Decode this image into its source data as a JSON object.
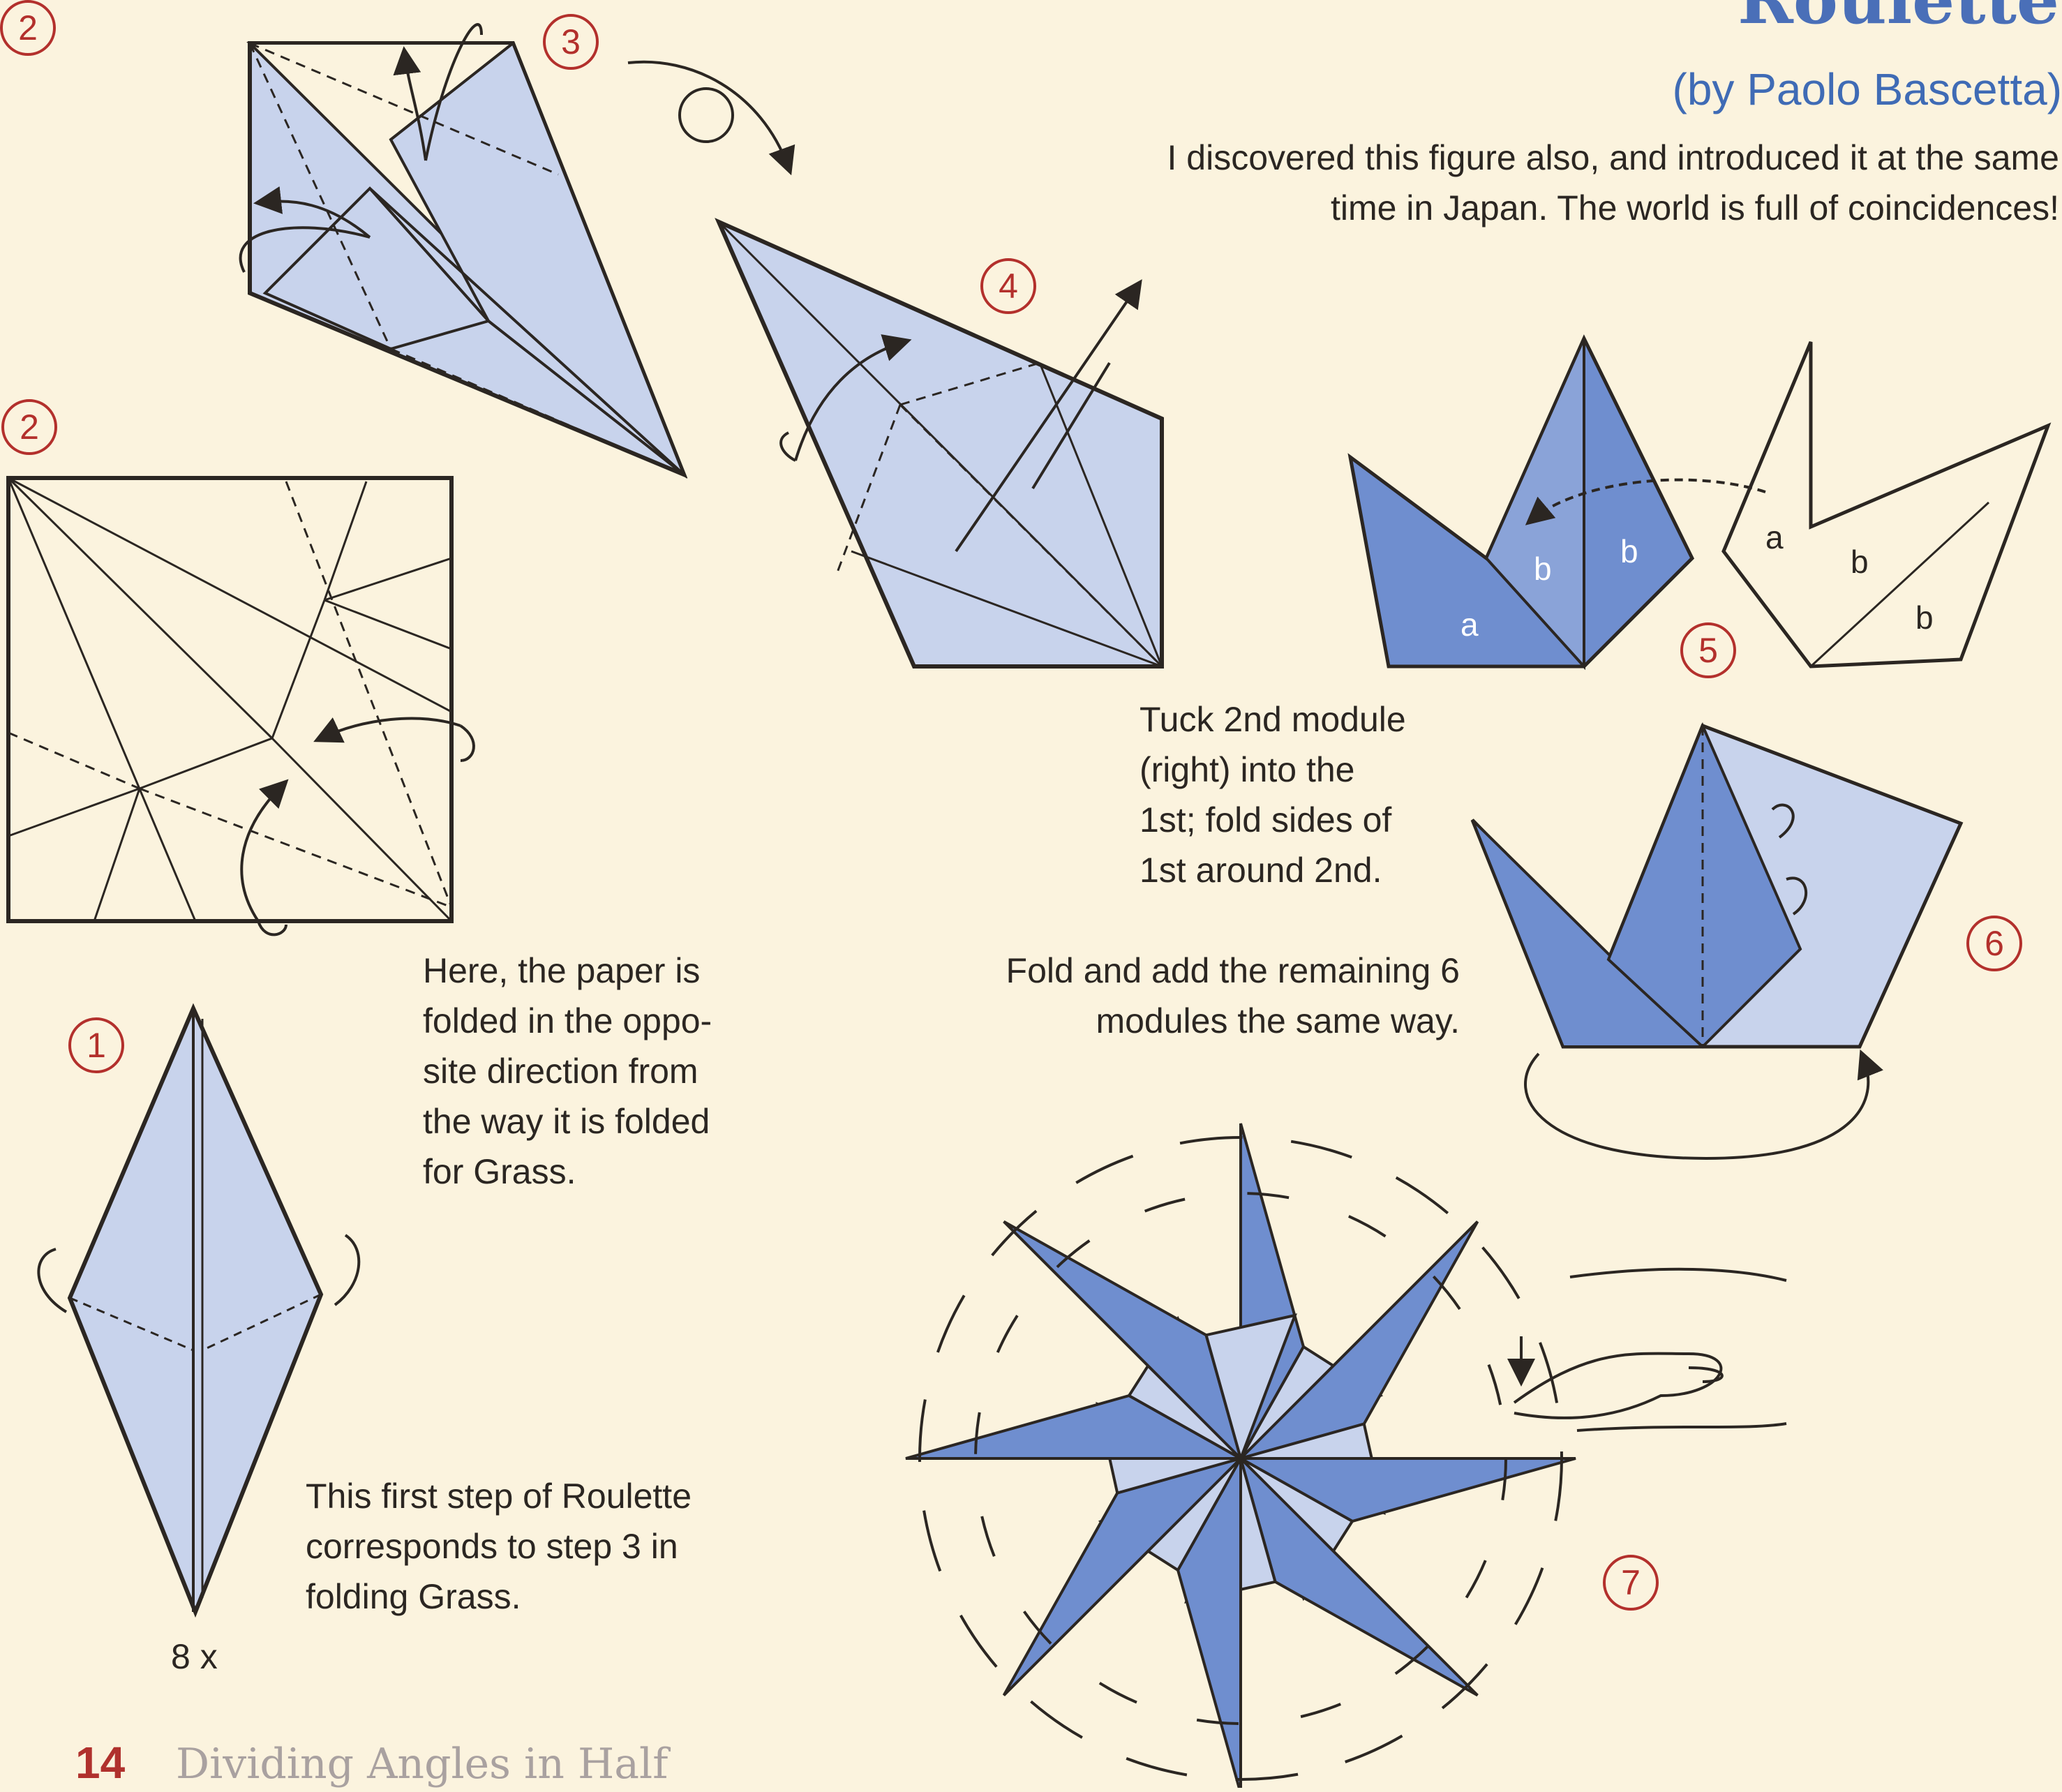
{
  "header": {
    "title": "Roulette",
    "byline": "(by Paolo Bascetta)"
  },
  "intro": {
    "line1": "I discovered this figure also, and introduced it at the same",
    "line2": "time in Japan. The world is full of coincidences!"
  },
  "steps": [
    "1",
    "2",
    "3",
    "4",
    "5",
    "6",
    "7"
  ],
  "notes": {
    "opposite": [
      "Here, the paper is",
      "folded in the oppo-",
      "site direction from",
      "the way it is folded",
      "for Grass."
    ],
    "first_step": [
      "This first step of Roulette",
      "corresponds to step 3 in",
      "folding Grass."
    ],
    "multiplier": "8 x",
    "tuck": [
      "Tuck 2nd module",
      "(right) into the",
      "1st; fold sides of",
      "1st around 2nd."
    ],
    "add": [
      "Fold and add the remaining 6",
      "modules the same way."
    ]
  },
  "module_labels": {
    "a": "a",
    "b": "b"
  },
  "footer": {
    "page_number": "14",
    "section_title": "Dividing Angles in Half"
  },
  "colors": {
    "paper_background": "#fbf3de",
    "light_blue": "#c8d3ec",
    "dark_blue": "#6f8ecf",
    "step_red": "#b3302c",
    "title_blue": "#4a6fb8",
    "footer_gray": "#a9a1a0"
  }
}
